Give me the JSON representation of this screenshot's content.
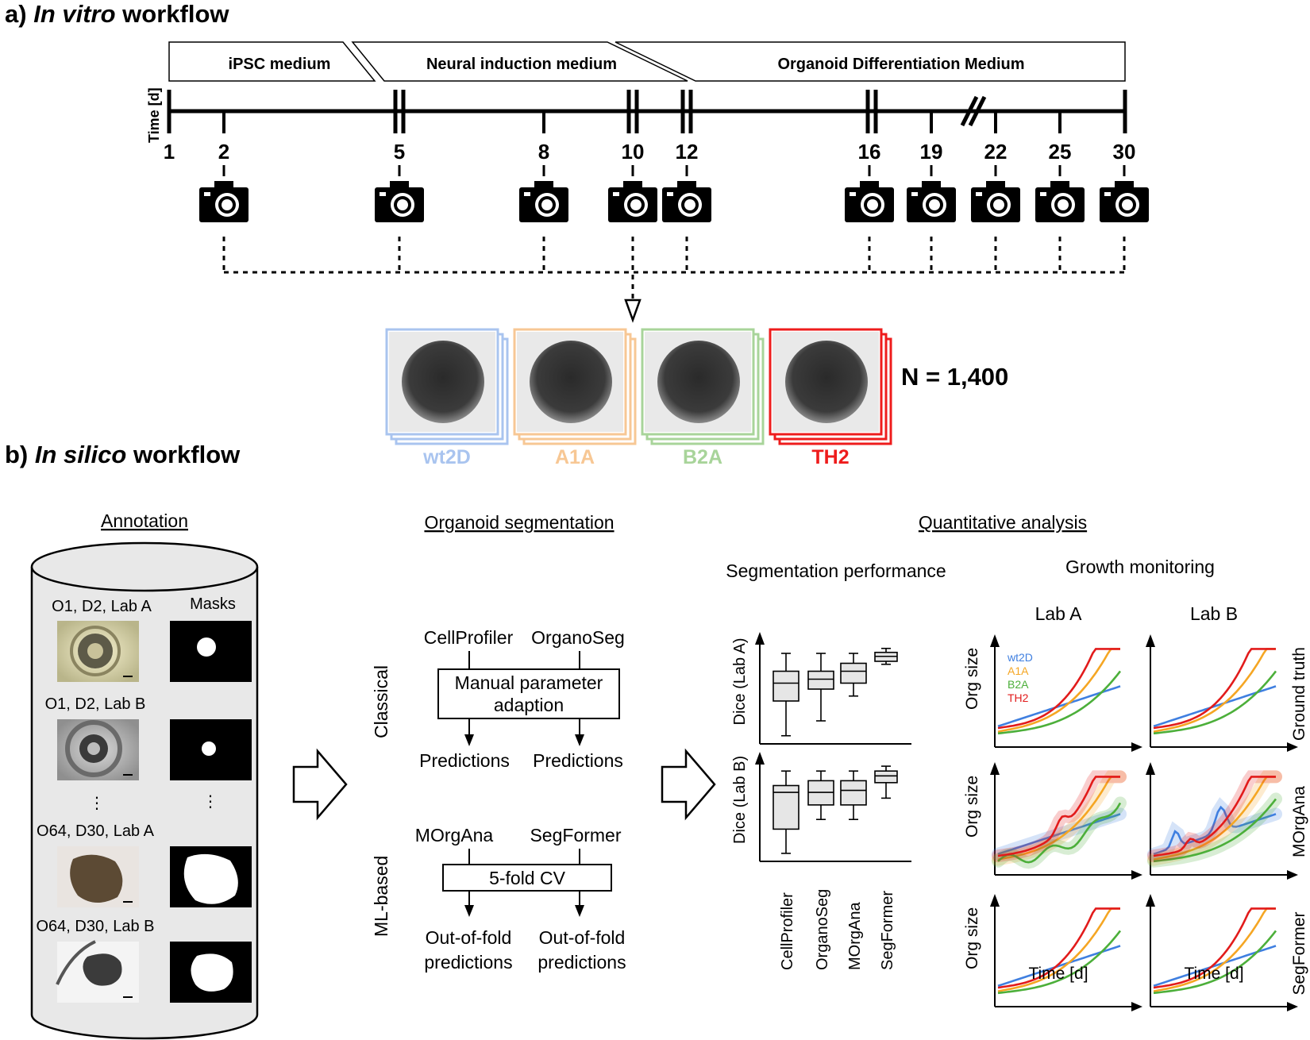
{
  "panel_a": {
    "letter": "a)",
    "title_italic": "In vitro",
    "title_rest": "workflow",
    "media": [
      "iPSC medium",
      "Neural induction medium",
      "Organoid Differentiation Medium"
    ],
    "time_axis_label": "Time [d]",
    "timepoints": [
      "1",
      "2",
      "5",
      "8",
      "10",
      "12",
      "16",
      "19",
      "22",
      "25",
      "30"
    ],
    "imaged_timepoints": [
      "2",
      "5",
      "8",
      "10",
      "12",
      "16",
      "19",
      "22",
      "25",
      "30"
    ],
    "cell_lines": [
      {
        "name": "wt2D",
        "color": "#a9c4ef"
      },
      {
        "name": "A1A",
        "color": "#f7c794"
      },
      {
        "name": "B2A",
        "color": "#a8d49a"
      },
      {
        "name": "TH2",
        "color": "#ee1c1c"
      }
    ],
    "n_label": "N = 1,400"
  },
  "panel_b": {
    "letter": "b)",
    "title_italic": "In silico",
    "title_rest": "workflow",
    "annotation": {
      "heading": "Annotation",
      "masks_header": "Masks",
      "samples": [
        "O1, D2, Lab A",
        "O1, D2, Lab B",
        "O64, D30, Lab A",
        "O64, D30, Lab B"
      ],
      "ellipsis": "⋮"
    },
    "segmentation": {
      "heading": "Organoid segmentation",
      "classical": {
        "label": "Classical",
        "tools": [
          "CellProfiler",
          "OrganoSeg"
        ],
        "box": [
          "Manual parameter",
          "adaption"
        ],
        "outputs": [
          "Predictions",
          "Predictions"
        ]
      },
      "ml": {
        "label": "ML-based",
        "tools": [
          "MOrgAna",
          "SegFormer"
        ],
        "box": "5-fold CV",
        "outputs": [
          [
            "Out-of-fold",
            "predictions"
          ],
          [
            "Out-of-fold",
            "predictions"
          ]
        ]
      }
    },
    "quantitative": {
      "heading": "Quantitative analysis",
      "seg_perf": "Segmentation performance",
      "growth": "Growth monitoring",
      "labs": [
        "Lab A",
        "Lab B"
      ],
      "rows": [
        "Ground truth",
        "MOrgAna",
        "SegFormer"
      ],
      "y_label": "Org size",
      "x_label": "Time [d]",
      "legend": [
        {
          "name": "wt2D",
          "color": "#3f7fe0"
        },
        {
          "name": "A1A",
          "color": "#f5a623"
        },
        {
          "name": "B2A",
          "color": "#4caf3a"
        },
        {
          "name": "TH2",
          "color": "#e21b1b"
        }
      ]
    }
  },
  "chart_data": [
    {
      "type": "box",
      "ylabel": "Dice (Lab A)",
      "categories": [
        "CellProfiler",
        "OrganoSeg",
        "MOrgAna",
        "SegFormer"
      ],
      "boxes": [
        {
          "min": 0.05,
          "q1": 0.4,
          "median": 0.58,
          "q3": 0.7,
          "max": 0.88
        },
        {
          "min": 0.2,
          "q1": 0.52,
          "median": 0.62,
          "q3": 0.7,
          "max": 0.88
        },
        {
          "min": 0.45,
          "q1": 0.58,
          "median": 0.7,
          "q3": 0.78,
          "max": 0.88
        },
        {
          "min": 0.77,
          "q1": 0.8,
          "median": 0.85,
          "q3": 0.89,
          "max": 0.93
        }
      ],
      "ylim": [
        0,
        1
      ]
    },
    {
      "type": "box",
      "ylabel": "Dice (Lab B)",
      "categories": [
        "CellProfiler",
        "OrganoSeg",
        "MOrgAna",
        "SegFormer"
      ],
      "boxes": [
        {
          "min": 0.05,
          "q1": 0.3,
          "median": 0.68,
          "q3": 0.75,
          "max": 0.9
        },
        {
          "min": 0.4,
          "q1": 0.55,
          "median": 0.68,
          "q3": 0.8,
          "max": 0.9
        },
        {
          "min": 0.4,
          "q1": 0.55,
          "median": 0.7,
          "q3": 0.8,
          "max": 0.9
        },
        {
          "min": 0.62,
          "q1": 0.78,
          "median": 0.85,
          "q3": 0.9,
          "max": 0.95
        }
      ],
      "ylim": [
        0,
        1
      ]
    }
  ]
}
